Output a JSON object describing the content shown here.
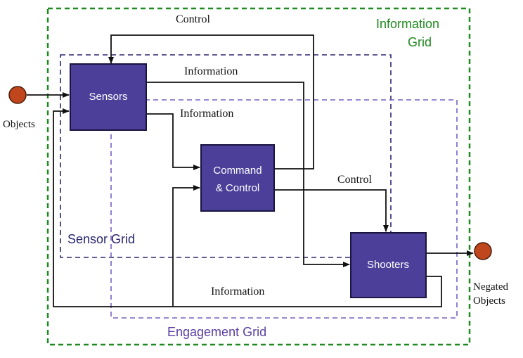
{
  "colors": {
    "box_fill": "#4b3f9a",
    "box_stroke": "#1a1440",
    "information_grid": "#1f8a1f",
    "sensor_grid": "#2a2670",
    "engagement_grid": "#7a5fc0",
    "object_fill": "#c0461e",
    "arrow": "#111111"
  },
  "grids": {
    "information": {
      "line1": "Information",
      "line2": "Grid"
    },
    "sensor": {
      "label": "Sensor Grid"
    },
    "engagement": {
      "label": "Engagement Grid"
    }
  },
  "nodes": {
    "sensors": {
      "label": "Sensors"
    },
    "command": {
      "line1": "Command",
      "line2": "& Control"
    },
    "shooters": {
      "label": "Shooters"
    }
  },
  "objects": {
    "input": {
      "label": "Objects"
    },
    "output": {
      "line1": "Negated",
      "line2": "Objects"
    }
  },
  "edges": {
    "control_top": "Control",
    "information_top": "Information",
    "information_mid": "Information",
    "control_mid": "Control",
    "information_bottom": "Information"
  }
}
